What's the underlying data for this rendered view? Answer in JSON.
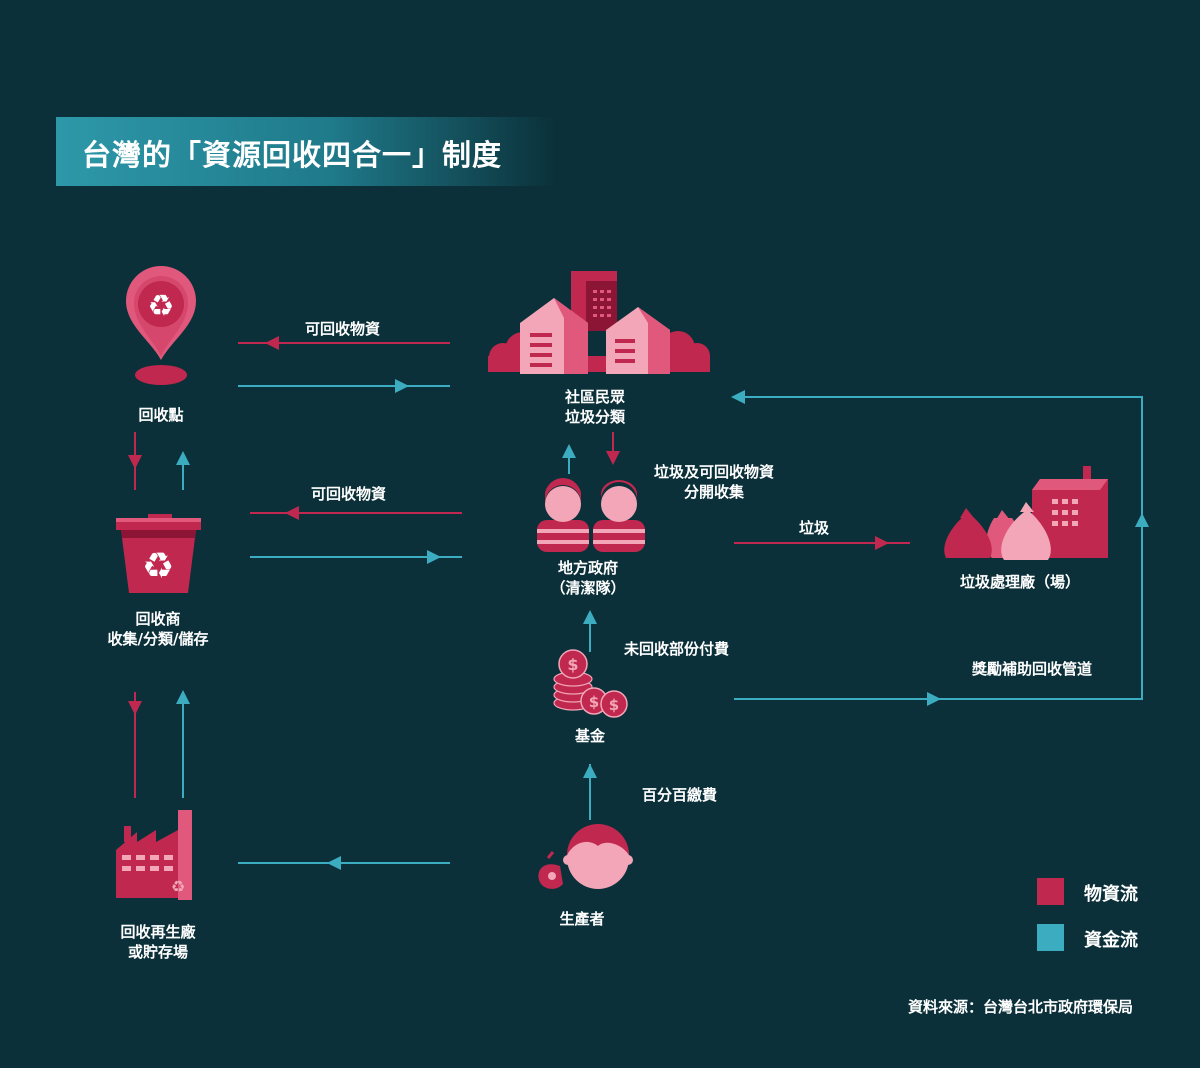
{
  "title": "台灣的「資源回收四合一」制度",
  "nodes": {
    "recycle_point": "回收點",
    "community_line1": "社區民眾",
    "community_line2": "垃圾分類",
    "recycler_line1": "回收商",
    "recycler_line2": "收集/分類/儲存",
    "gov_line1": "地方政府",
    "gov_line2": "（清潔隊）",
    "plant": "垃圾處理廠（場）",
    "fund": "基金",
    "factory_line1": "回收再生廠",
    "factory_line2": "或貯存場",
    "producer": "生產者"
  },
  "edge_labels": {
    "recyclables_top": "可回收物資",
    "recyclables_mid": "可回收物資",
    "sort_line1": "垃圾及可回收物資",
    "sort_line2": "分開收集",
    "garbage": "垃圾",
    "unrecycled_pay": "未回收部份付費",
    "subsidy": "獎勵補助回收管道",
    "full_fee": "百分百繳費"
  },
  "legend": {
    "material": "物資流",
    "money": "資金流"
  },
  "source": "資料來源：台灣台北市政府環保局",
  "colors": {
    "background": "#0b3039",
    "material_flow": "#c0284f",
    "money_flow": "#3cadc0",
    "pink_light": "#f2a6b8",
    "pink_mid": "#e0587c",
    "crimson": "#c0284f",
    "dark_crimson": "#8c1535"
  },
  "icons": [
    "recycle-pin-icon",
    "buildings-icon",
    "recycle-bin-icon",
    "workers-icon",
    "garbage-plant-icon",
    "coins-icon",
    "factory-icon",
    "producer-icon"
  ]
}
